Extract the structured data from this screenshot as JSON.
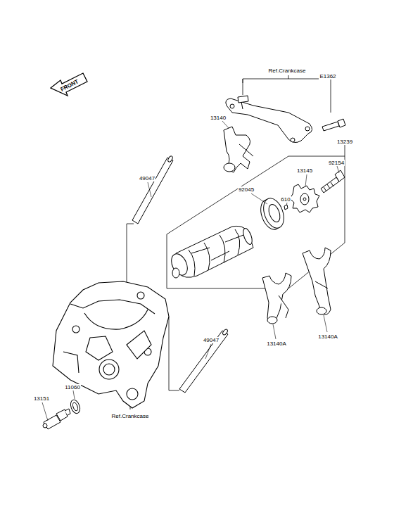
{
  "diagram": {
    "labels": [
      "Ref.Crankcase",
      "E1362",
      "FRONT",
      "13140",
      "13239",
      "92154",
      "13145",
      "49047",
      "92045",
      "610",
      "13140A",
      "49047",
      "13140A",
      "11060",
      "13151",
      "Ref.Crankcase"
    ]
  }
}
